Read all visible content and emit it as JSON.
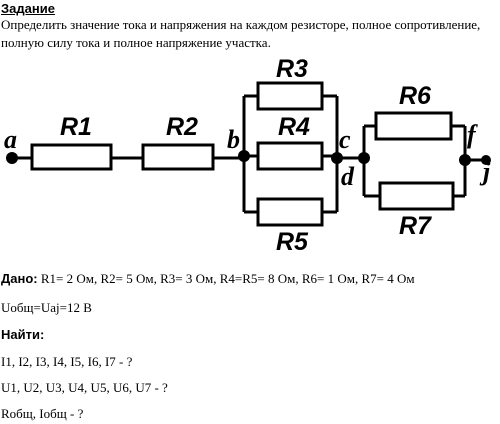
{
  "task": {
    "heading": "Задание",
    "line1": "Определить значение тока и напряжения на каждом резисторе, полное сопротивление,",
    "line2": "полную силу тока и полное напряжение участка."
  },
  "circuit": {
    "resistors": [
      "R1",
      "R2",
      "R3",
      "R4",
      "R5",
      "R6",
      "R7"
    ],
    "nodes": [
      "a",
      "b",
      "c",
      "d",
      "f",
      "j"
    ]
  },
  "given": {
    "label": "Дано:",
    "values": " R1= 2 Ом, R2= 5 Ом, R3= 3 Ом, R4=R5= 8 Ом, R6= 1 Ом, R7= 4 Ом",
    "voltage": "Uобщ=Uaj=12 B"
  },
  "find": {
    "label": "Найти:",
    "currents": "I1, I2, I3, I4, I5, I6, I7 - ?",
    "voltages": "U1, U2, U3, U4, U5, U6, U7 - ?",
    "totals": "Rобщ, Iобщ - ?"
  }
}
